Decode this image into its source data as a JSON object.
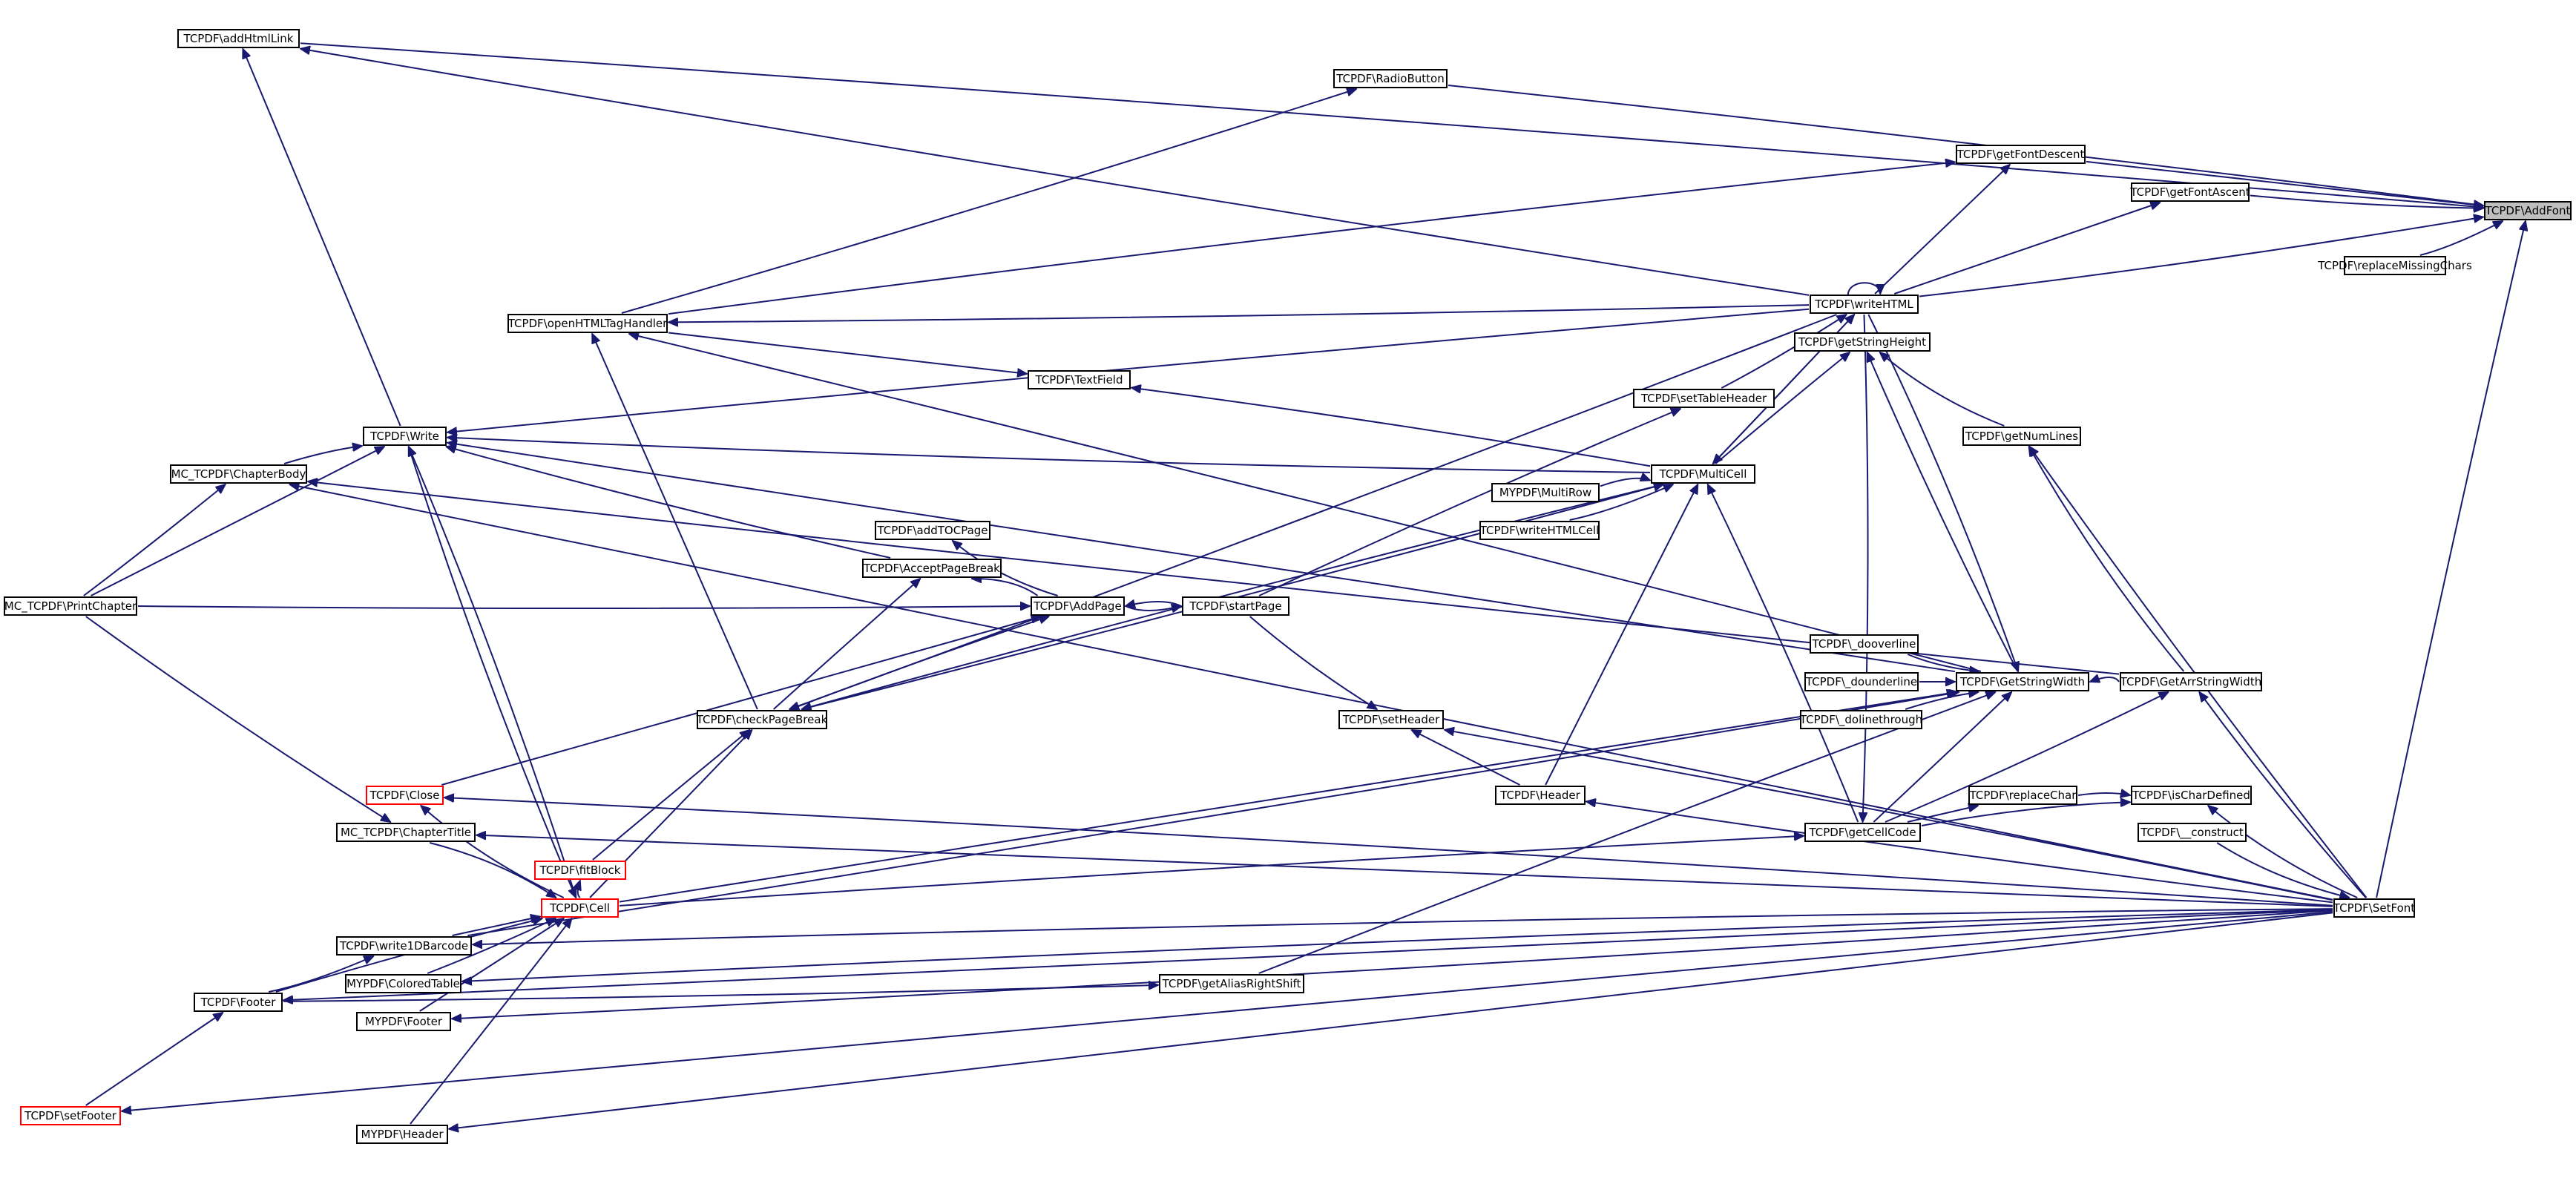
{
  "graph": {
    "colors": {
      "edge": "#191970",
      "node_border": "#000000",
      "truncated_border": "#ff0000",
      "selected_fill": "#bfbfbf"
    },
    "nodes": [
      {
        "id": "addfont",
        "label": "TCPDF\\AddFont",
        "style": "selected"
      },
      {
        "id": "replacemissing",
        "label": "TCPDF\\replaceMissingChars",
        "style": "normal"
      },
      {
        "id": "getfontascent",
        "label": "TCPDF\\getFontAscent",
        "style": "normal"
      },
      {
        "id": "getfontdescent",
        "label": "TCPDF\\getFontDescent",
        "style": "normal"
      },
      {
        "id": "radiobutton",
        "label": "TCPDF\\RadioButton",
        "style": "normal"
      },
      {
        "id": "addhtmllink",
        "label": "TCPDF\\addHtmlLink",
        "style": "normal"
      },
      {
        "id": "writehtml",
        "label": "TCPDF\\writeHTML",
        "style": "normal"
      },
      {
        "id": "openhtmltag",
        "label": "TCPDF\\openHTMLTagHandler",
        "style": "normal"
      },
      {
        "id": "getstringheight",
        "label": "TCPDF\\getStringHeight",
        "style": "normal"
      },
      {
        "id": "textfield",
        "label": "TCPDF\\TextField",
        "style": "normal"
      },
      {
        "id": "settableheader",
        "label": "TCPDF\\setTableHeader",
        "style": "normal"
      },
      {
        "id": "getnumlines",
        "label": "TCPDF\\getNumLines",
        "style": "normal"
      },
      {
        "id": "write",
        "label": "TCPDF\\Write",
        "style": "normal"
      },
      {
        "id": "multicell",
        "label": "TCPDF\\MultiCell",
        "style": "normal"
      },
      {
        "id": "chapterbody",
        "label": "MC_TCPDF\\ChapterBody",
        "style": "normal"
      },
      {
        "id": "mymultirow",
        "label": "MYPDF\\MultiRow",
        "style": "normal"
      },
      {
        "id": "writehtmlcell",
        "label": "TCPDF\\writeHTMLCell",
        "style": "normal"
      },
      {
        "id": "addtocpage",
        "label": "TCPDF\\addTOCPage",
        "style": "normal"
      },
      {
        "id": "acceptpagebreak",
        "label": "TCPDF\\AcceptPageBreak",
        "style": "normal"
      },
      {
        "id": "printchapter",
        "label": "MC_TCPDF\\PrintChapter",
        "style": "normal"
      },
      {
        "id": "addpage",
        "label": "TCPDF\\AddPage",
        "style": "normal"
      },
      {
        "id": "startpage",
        "label": "TCPDF\\startPage",
        "style": "normal"
      },
      {
        "id": "dooverline",
        "label": "TCPDF\\_dooverline",
        "style": "normal"
      },
      {
        "id": "dounderline",
        "label": "TCPDF\\_dounderline",
        "style": "normal"
      },
      {
        "id": "getstringwidth",
        "label": "TCPDF\\GetStringWidth",
        "style": "normal"
      },
      {
        "id": "getarrstringwidth",
        "label": "TCPDF\\GetArrStringWidth",
        "style": "normal"
      },
      {
        "id": "checkpagebreak",
        "label": "TCPDF\\checkPageBreak",
        "style": "normal"
      },
      {
        "id": "setheader",
        "label": "TCPDF\\setHeader",
        "style": "normal"
      },
      {
        "id": "dolinethrough",
        "label": "TCPDF\\_dolinethrough",
        "style": "normal"
      },
      {
        "id": "close",
        "label": "TCPDF\\Close",
        "style": "truncated"
      },
      {
        "id": "header",
        "label": "TCPDF\\Header",
        "style": "normal"
      },
      {
        "id": "replacechar",
        "label": "TCPDF\\replaceChar",
        "style": "normal"
      },
      {
        "id": "ischardefined",
        "label": "TCPDF\\isCharDefined",
        "style": "normal"
      },
      {
        "id": "chaptertitle",
        "label": "MC_TCPDF\\ChapterTitle",
        "style": "normal"
      },
      {
        "id": "getcellcode",
        "label": "TCPDF\\getCellCode",
        "style": "normal"
      },
      {
        "id": "construct",
        "label": "TCPDF\\__construct",
        "style": "normal"
      },
      {
        "id": "fitblock",
        "label": "TCPDF\\fitBlock",
        "style": "truncated"
      },
      {
        "id": "cell",
        "label": "TCPDF\\Cell",
        "style": "truncated"
      },
      {
        "id": "setfont",
        "label": "TCPDF\\SetFont",
        "style": "normal"
      },
      {
        "id": "write1d",
        "label": "TCPDF\\write1DBarcode",
        "style": "normal"
      },
      {
        "id": "getaliasrightshift",
        "label": "TCPDF\\getAliasRightShift",
        "style": "normal"
      },
      {
        "id": "footer",
        "label": "TCPDF\\Footer",
        "style": "normal"
      },
      {
        "id": "coloredtable",
        "label": "MYPDF\\ColoredTable",
        "style": "normal"
      },
      {
        "id": "myfooter",
        "label": "MYPDF\\Footer",
        "style": "normal"
      },
      {
        "id": "setfooter",
        "label": "TCPDF\\setFooter",
        "style": "truncated"
      },
      {
        "id": "myheader",
        "label": "MYPDF\\Header",
        "style": "normal"
      }
    ],
    "edges": [
      [
        "replacemissing",
        "addfont"
      ],
      [
        "getfontascent",
        "addfont"
      ],
      [
        "getfontdescent",
        "addfont"
      ],
      [
        "radiobutton",
        "addfont"
      ],
      [
        "addhtmllink",
        "addfont"
      ],
      [
        "writehtml",
        "addfont"
      ],
      [
        "setfont",
        "addfont"
      ],
      [
        "writehtml",
        "getfontascent"
      ],
      [
        "writehtml",
        "getfontdescent"
      ],
      [
        "openhtmltag",
        "getfontdescent"
      ],
      [
        "openhtmltag",
        "radiobutton"
      ],
      [
        "writehtml",
        "addhtmllink"
      ],
      [
        "write",
        "addhtmllink"
      ],
      [
        "writehtml",
        "writehtml"
      ],
      [
        "multicell",
        "writehtml"
      ],
      [
        "settableheader",
        "writehtml"
      ],
      [
        "writehtml",
        "openhtmltag"
      ],
      [
        "checkpagebreak",
        "openhtmltag"
      ],
      [
        "getstringwidth",
        "openhtmltag"
      ],
      [
        "multicell",
        "getstringheight"
      ],
      [
        "getnumlines",
        "getstringheight"
      ],
      [
        "getstringwidth",
        "getstringheight"
      ],
      [
        "openhtmltag",
        "textfield"
      ],
      [
        "multicell",
        "textfield"
      ],
      [
        "startpage",
        "settableheader"
      ],
      [
        "getarrstringwidth",
        "getnumlines"
      ],
      [
        "setfont",
        "getnumlines"
      ],
      [
        "printchapter",
        "write"
      ],
      [
        "chapterbody",
        "write"
      ],
      [
        "cell",
        "write"
      ],
      [
        "multicell",
        "write"
      ],
      [
        "acceptpagebreak",
        "write"
      ],
      [
        "getstringwidth",
        "write"
      ],
      [
        "writehtml",
        "write"
      ],
      [
        "mymultirow",
        "multicell"
      ],
      [
        "writehtmlcell",
        "multicell"
      ],
      [
        "checkpagebreak",
        "multicell"
      ],
      [
        "header",
        "multicell"
      ],
      [
        "getcellcode",
        "multicell"
      ],
      [
        "writehtml",
        "multicell"
      ],
      [
        "printchapter",
        "chapterbody"
      ],
      [
        "getarrstringwidth",
        "chapterbody"
      ],
      [
        "setfont",
        "chapterbody"
      ],
      [
        "checkpagebreak",
        "acceptpagebreak"
      ],
      [
        "addpage",
        "acceptpagebreak"
      ],
      [
        "addpage",
        "addtocpage"
      ],
      [
        "printchapter",
        "addpage"
      ],
      [
        "close",
        "addpage"
      ],
      [
        "checkpagebreak",
        "addpage"
      ],
      [
        "startpage",
        "addpage"
      ],
      [
        "addpage",
        "startpage"
      ],
      [
        "dooverline",
        "getstringwidth"
      ],
      [
        "dounderline",
        "getstringwidth"
      ],
      [
        "dolinethrough",
        "getstringwidth"
      ],
      [
        "getarrstringwidth",
        "getstringwidth"
      ],
      [
        "getcellcode",
        "getstringwidth"
      ],
      [
        "write1d",
        "getstringwidth"
      ],
      [
        "cell",
        "getstringwidth"
      ],
      [
        "getaliasrightshift",
        "getstringwidth"
      ],
      [
        "writehtml",
        "getstringwidth"
      ],
      [
        "getcellcode",
        "getarrstringwidth"
      ],
      [
        "setfont",
        "getarrstringwidth"
      ],
      [
        "cell",
        "checkpagebreak"
      ],
      [
        "fitblock",
        "checkpagebreak"
      ],
      [
        "multicell",
        "checkpagebreak"
      ],
      [
        "writehtml",
        "checkpagebreak"
      ],
      [
        "startpage",
        "setheader"
      ],
      [
        "header",
        "setheader"
      ],
      [
        "setfont",
        "setheader"
      ],
      [
        "setfont",
        "close"
      ],
      [
        "cell",
        "close"
      ],
      [
        "setfont",
        "header"
      ],
      [
        "getcellcode",
        "replacechar"
      ],
      [
        "replacechar",
        "ischardefined"
      ],
      [
        "getcellcode",
        "ischardefined"
      ],
      [
        "setfont",
        "ischardefined"
      ],
      [
        "printchapter",
        "chaptertitle"
      ],
      [
        "setfont",
        "chaptertitle"
      ],
      [
        "cell",
        "getcellcode"
      ],
      [
        "writehtml",
        "getcellcode"
      ],
      [
        "construct",
        "setfont"
      ],
      [
        "cell",
        "fitblock"
      ],
      [
        "write1d",
        "cell"
      ],
      [
        "footer",
        "cell"
      ],
      [
        "chaptertitle",
        "cell"
      ],
      [
        "write",
        "cell"
      ],
      [
        "coloredtable",
        "cell"
      ],
      [
        "myfooter",
        "cell"
      ],
      [
        "myheader",
        "cell"
      ],
      [
        "setfont",
        "write1d"
      ],
      [
        "footer",
        "write1d"
      ],
      [
        "footer",
        "getaliasrightshift"
      ],
      [
        "setfooter",
        "footer"
      ],
      [
        "setfont",
        "footer"
      ],
      [
        "setfont",
        "coloredtable"
      ],
      [
        "setfont",
        "myfooter"
      ],
      [
        "setfont",
        "myheader"
      ],
      [
        "setfont",
        "setfooter"
      ]
    ]
  }
}
